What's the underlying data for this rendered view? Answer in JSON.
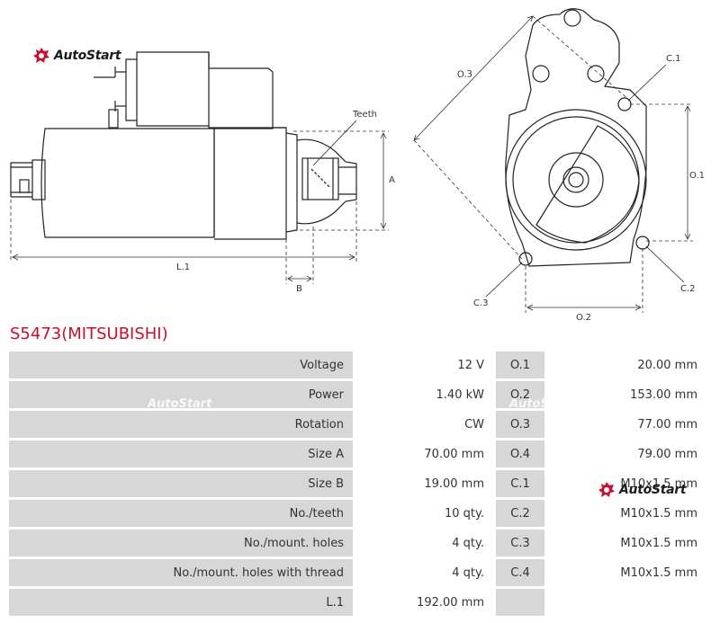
{
  "brand": {
    "name": "AutoStart",
    "color": "#c8102e"
  },
  "drawing": {
    "labels": {
      "teeth": "Teeth",
      "a": "A",
      "b": "B",
      "l1": "L.1",
      "o1": "O.1",
      "o2": "O.2",
      "o3": "O.3",
      "c1": "C.1",
      "c2": "C.2",
      "c3": "C.3"
    }
  },
  "product": {
    "title": "S5473(MITSUBISHI)"
  },
  "specs": {
    "rows": [
      {
        "label": "Voltage",
        "value": "12 V",
        "code": "O.1",
        "code_value": "20.00 mm"
      },
      {
        "label": "Power",
        "value": "1.40 kW",
        "code": "O.2",
        "code_value": "153.00 mm"
      },
      {
        "label": "Rotation",
        "value": "CW",
        "code": "O.3",
        "code_value": "77.00 mm"
      },
      {
        "label": "Size A",
        "value": "70.00 mm",
        "code": "O.4",
        "code_value": "79.00 mm"
      },
      {
        "label": "Size B",
        "value": "19.00 mm",
        "code": "C.1",
        "code_value": "M10x1.5 mm"
      },
      {
        "label": "No./teeth",
        "value": "10 qty.",
        "code": "C.2",
        "code_value": "M10x1.5 mm"
      },
      {
        "label": "No./mount. holes",
        "value": "4 qty.",
        "code": "C.3",
        "code_value": "M10x1.5 mm"
      },
      {
        "label": "No./mount. holes with thread",
        "value": "4 qty.",
        "code": "C.4",
        "code_value": "M10x1.5 mm"
      },
      {
        "label": "L.1",
        "value": "192.00 mm",
        "code": "",
        "code_value": ""
      }
    ]
  },
  "icons": {
    "logo": "autostart-logo-icon"
  }
}
